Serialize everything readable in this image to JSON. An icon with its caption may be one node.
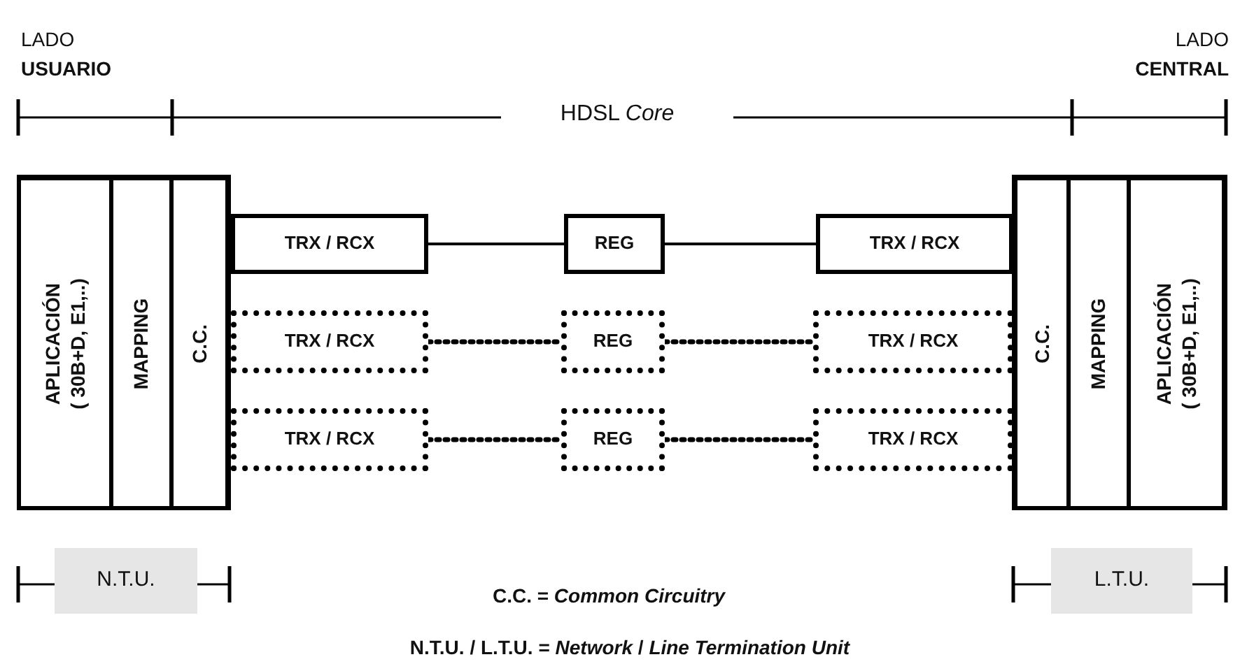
{
  "diagram": {
    "nodes": [
      {
        "text": [
          "APLICACIÓN ( 30B+D, E1,..)"
        ]
      },
      {
        "text": [
          "MAPPING"
        ]
      },
      {
        "text": [
          "C.C."
        ]
      },
      {
        "text": [
          "TRX / RCX"
        ]
      },
      {
        "text": [
          "REG"
        ]
      },
      {
        "text": [
          "TRX / RCX"
        ]
      },
      {
        "text": [
          "TRX / RCX"
        ]
      },
      {
        "text": [
          "REG"
        ]
      },
      {
        "text": [
          "TRX / RCX"
        ]
      },
      {
        "text": [
          "TRX / RCX"
        ]
      },
      {
        "text": [
          "REG"
        ]
      },
      {
        "text": [
          "TRX / RCX"
        ]
      },
      {
        "text": [
          "C.C."
        ]
      },
      {
        "text": [
          "MAPPING"
        ]
      },
      {
        "text": [
          "APLICACIÓN ( 30B+D, E1,..)"
        ]
      },
      {
        "text": [
          "N.T.U."
        ]
      },
      {
        "text": [
          "L.T.U."
        ]
      }
    ],
    "edges": [
      {
        "from": 3,
        "to": 4,
        "arrow": "none"
      },
      {
        "from": 4,
        "to": 5,
        "arrow": "none"
      },
      {
        "from": 6,
        "to": 7,
        "arrow": "none",
        "style": "dashed"
      },
      {
        "from": 7,
        "to": 8,
        "arrow": "none",
        "style": "dashed"
      },
      {
        "from": 9,
        "to": 10,
        "arrow": "none",
        "style": "dashed"
      },
      {
        "from": 10,
        "to": 11,
        "arrow": "none",
        "style": "dashed"
      }
    ],
    "labels": [
      "LADO **USUARIO**",
      "HDSL *Core*",
      "LADO **CENTRAL**",
      "C.C. = *Common Circuitry*",
      "N.T.U. / L.T.U. = *Network* / *Line Termination Unit*"
    ]
  }
}
